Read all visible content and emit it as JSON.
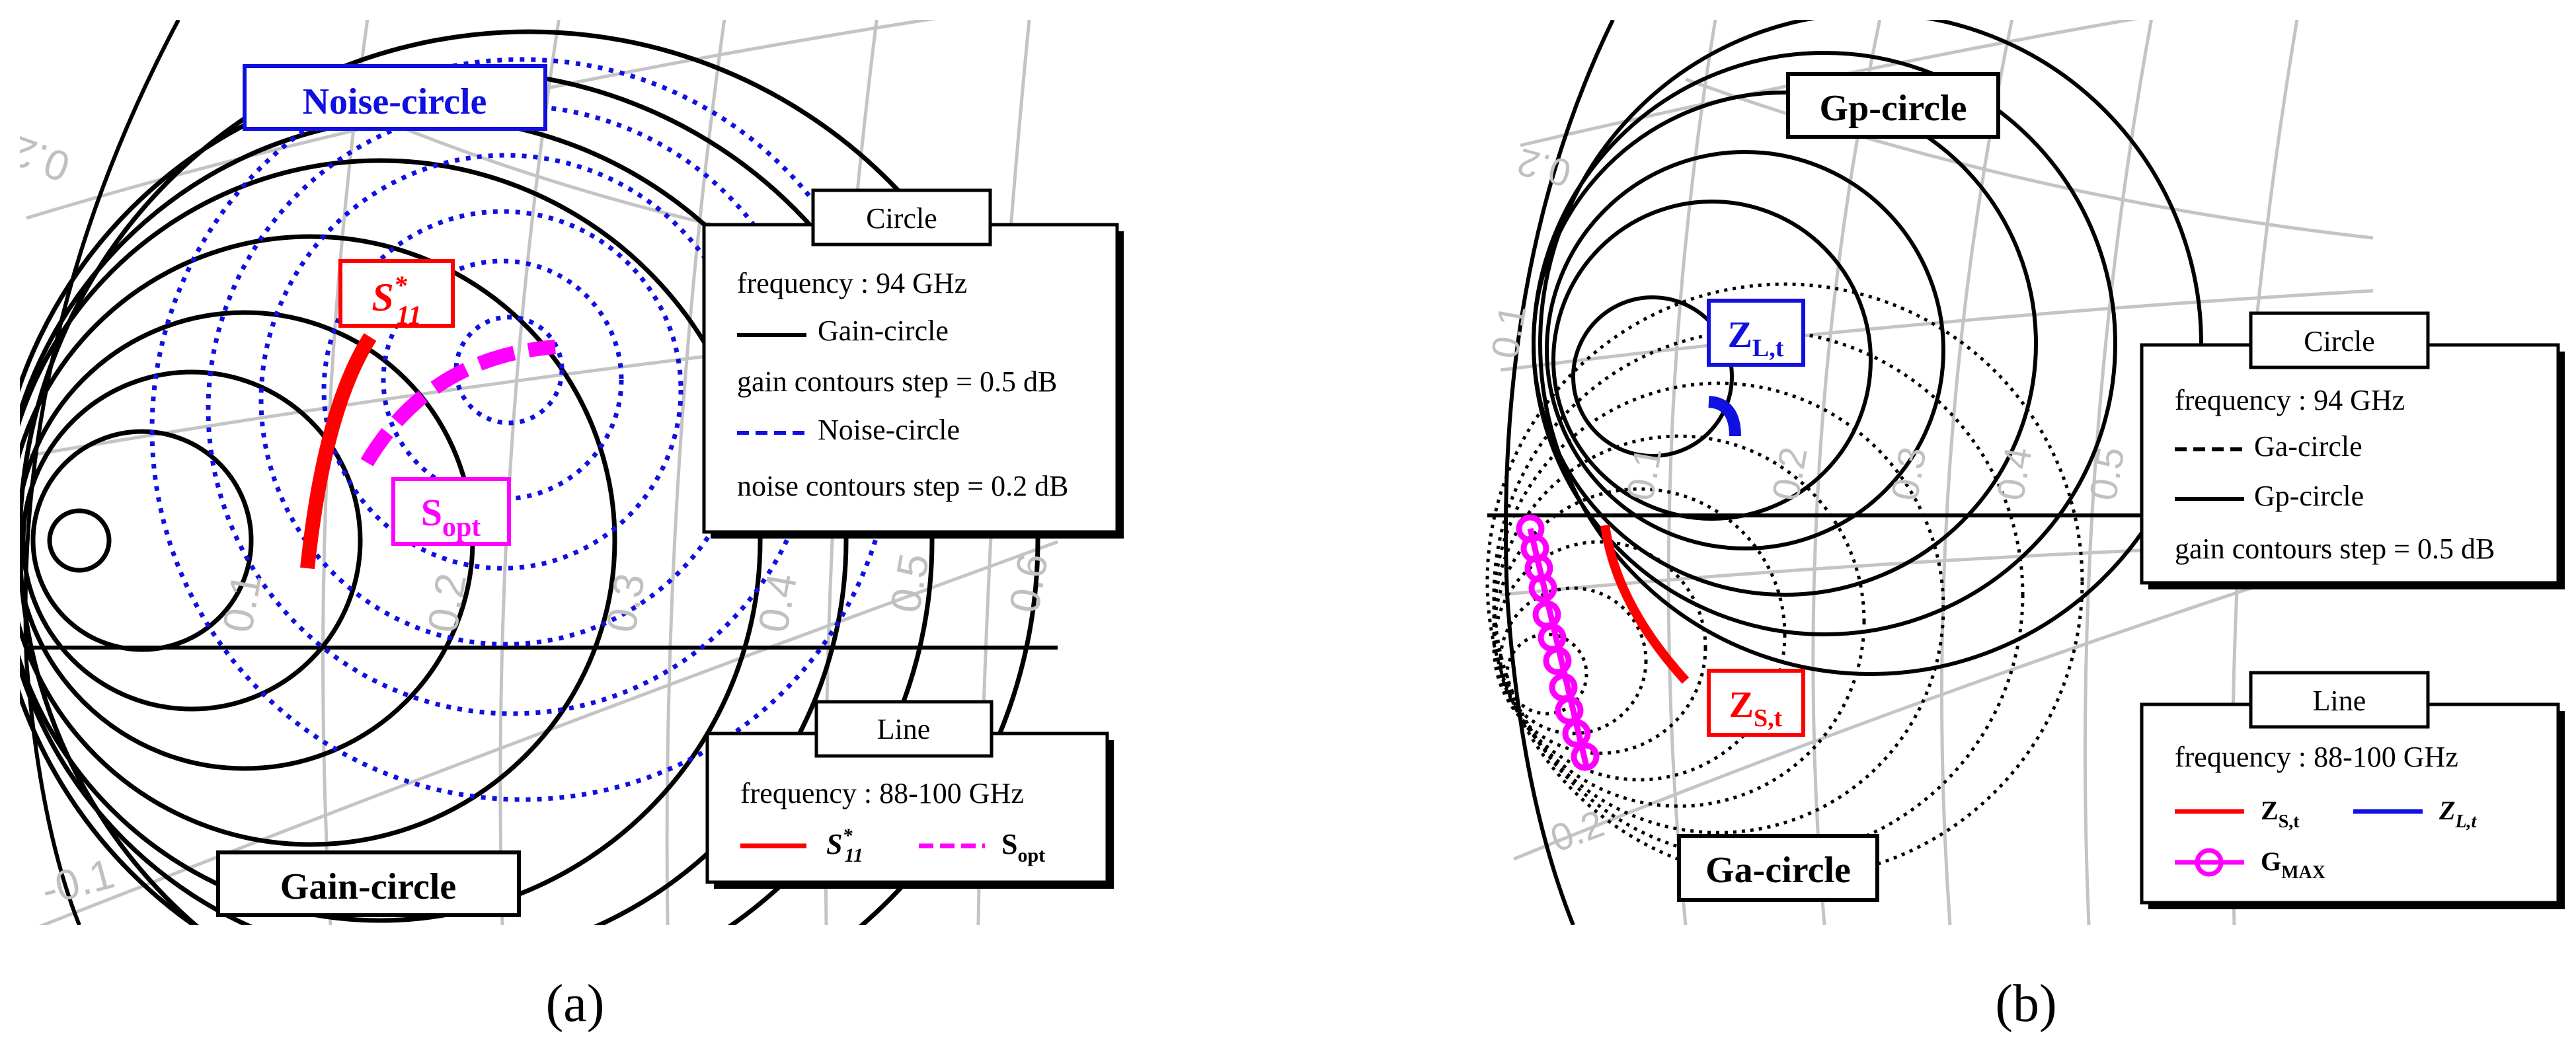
{
  "panels": [
    {
      "id": "a",
      "caption": "(a)",
      "axis_labels": [
        "0.2",
        "0.1",
        "0.2",
        "0.3",
        "0.4",
        "0.5",
        "0.6",
        "-0.1"
      ],
      "callouts": {
        "noise": "Noise-circle",
        "gain": "Gain-circle",
        "s11_main": "S",
        "s11_sup": "*",
        "s11_sub": "11",
        "sopt_main": "S",
        "sopt_sub": "opt"
      },
      "legend_circle": {
        "title": "Circle",
        "lines": [
          "frequency : 94 GHz",
          "Gain-circle",
          "gain contours step = 0.5 dB",
          "Noise-circle",
          "noise contours step = 0.2 dB"
        ]
      },
      "legend_line": {
        "title": "Line",
        "frequency": "frequency : 88-100 GHz",
        "item1_main": "S",
        "item1_sup": "*",
        "item1_sub": "11",
        "item2_main": "S",
        "item2_sub": "opt"
      },
      "colors": {
        "gain": "#000000",
        "noise": "#1010e0",
        "s11": "#ff0000",
        "sopt": "#ff00ff",
        "grid": "#c0c0c0"
      }
    },
    {
      "id": "b",
      "caption": "(b)",
      "axis_labels": [
        "0.2",
        "0.1",
        "0.1",
        "0.2",
        "0.3",
        "0.4",
        "0.5",
        "0.2"
      ],
      "callouts": {
        "gp": "Gp-circle",
        "ga": "Ga-circle",
        "zl_main": "Z",
        "zl_sub": "L,t",
        "zs_main": "Z",
        "zs_sub": "S,t"
      },
      "legend_circle": {
        "title": "Circle",
        "lines": [
          "frequency : 94 GHz",
          "Ga-circle",
          "Gp-circle",
          "gain contours step = 0.5 dB"
        ]
      },
      "legend_line": {
        "title": "Line",
        "frequency": "frequency : 88-100 GHz",
        "zs_main": "Z",
        "zs_sub": "S,t",
        "zl_main": "Z",
        "zl_sub": "L,t",
        "gmax_main": "G",
        "gmax_sub": "MAX"
      },
      "colors": {
        "gp": "#000000",
        "ga": "#000000",
        "zs": "#ff0000",
        "zl": "#1010e0",
        "gmax": "#ff00ff",
        "grid": "#c0c0c0"
      }
    }
  ]
}
